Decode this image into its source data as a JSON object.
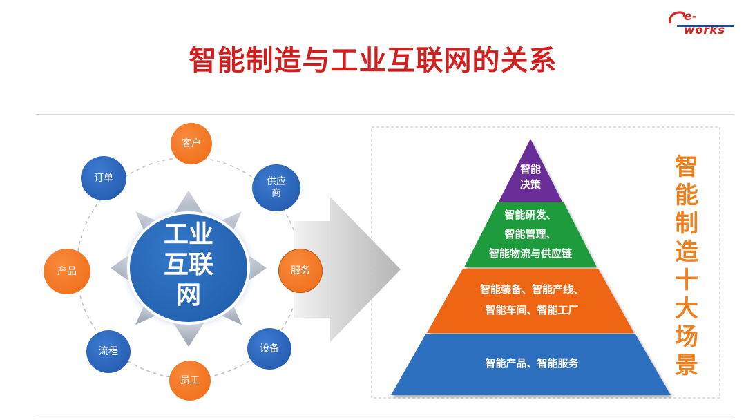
{
  "title": "智能制造与工业互联网的关系",
  "logo": {
    "text": "e-works"
  },
  "hub": {
    "lines": [
      "工业",
      "互联",
      "网"
    ]
  },
  "ring_nodes": [
    {
      "label": "客户",
      "color": "orange"
    },
    {
      "label": "供应\n商",
      "color": "blue"
    },
    {
      "label": "服务",
      "color": "orange"
    },
    {
      "label": "设备",
      "color": "blue"
    },
    {
      "label": "员工",
      "color": "orange"
    },
    {
      "label": "流程",
      "color": "blue"
    },
    {
      "label": "产品",
      "color": "orange"
    },
    {
      "label": "订单",
      "color": "blue"
    }
  ],
  "pyramid": {
    "side_title": [
      "智",
      "能",
      "制",
      "造",
      "十",
      "大",
      "场",
      "景"
    ],
    "tiers": [
      {
        "lines": [
          "智能",
          "决策"
        ],
        "color": "#6a2c96"
      },
      {
        "lines": [
          "智能研发、",
          "智能管理、",
          "智能物流与供应链"
        ],
        "color": "#1d9b3d"
      },
      {
        "lines": [
          "智能装备、智能产线、",
          "智能车间、智能工厂"
        ],
        "color": "#ee6614"
      },
      {
        "lines": [
          "智能产品、智能服务"
        ],
        "color": "#2c6fbe"
      }
    ]
  },
  "colors": {
    "title": "#d01f1f",
    "accent_orange": "#f0801c",
    "blue": "#2361b5"
  }
}
